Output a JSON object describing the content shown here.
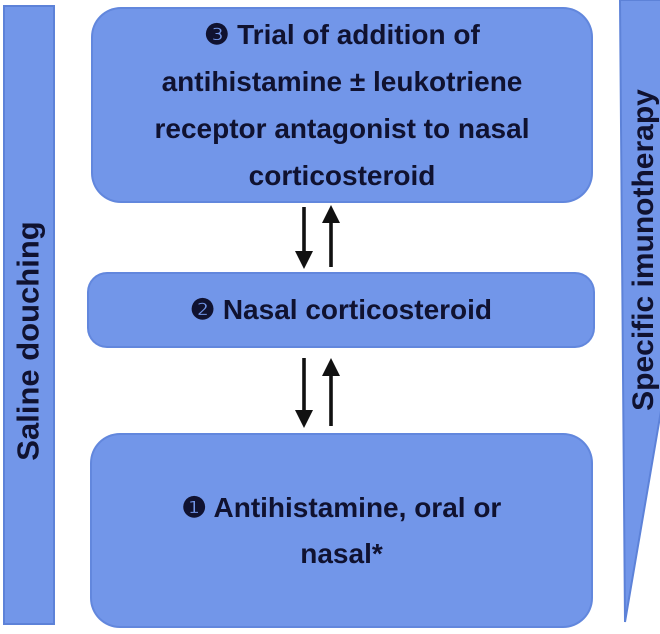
{
  "figure": {
    "sidebar_left": {
      "label": "Saline douching"
    },
    "sidebar_right": {
      "label": "Specific imunotherapy"
    },
    "steps": [
      {
        "number": "3",
        "badge": "❸",
        "lines": [
          "❸ Trial of addition of",
          "antihistamine ± leukotriene",
          "receptor antagonist to nasal",
          "corticosteroid"
        ]
      },
      {
        "number": "2",
        "badge": "❷",
        "lines": [
          "❷ Nasal corticosteroid"
        ]
      },
      {
        "number": "1",
        "badge": "❶",
        "lines": [
          "❶ Antihistamine, oral or",
          "nasal*"
        ]
      }
    ],
    "arrows": [
      {
        "between": "step-3-and-step-2",
        "icons": [
          "down-arrow-icon",
          "up-arrow-icon"
        ]
      },
      {
        "between": "step-2-and-step-1",
        "icons": [
          "down-arrow-icon",
          "up-arrow-icon"
        ]
      }
    ],
    "colors": {
      "shape_fill": "#7296e9",
      "shape_border": "#5d82d8",
      "text": "#101230",
      "arrow": "#111111",
      "background": "#ffffff"
    }
  }
}
